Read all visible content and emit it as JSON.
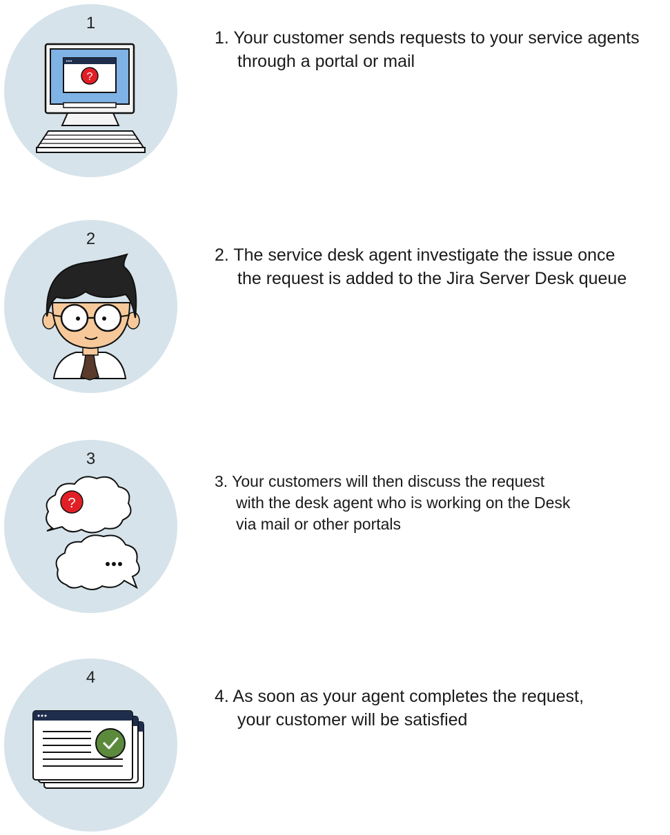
{
  "steps": [
    {
      "number": "1",
      "icon": "computer-question-icon",
      "line1": "1. Your customer sends requests to your service agents",
      "line2": "through a portal or mail"
    },
    {
      "number": "2",
      "icon": "service-agent-icon",
      "line1": "2. The service desk agent investigate the issue once",
      "line2": "the request is added to the Jira Server Desk queue"
    },
    {
      "number": "3",
      "icon": "chat-bubbles-icon",
      "line1": "3. Your customers will then discuss the request",
      "line2": "with the desk agent who is working on the Desk",
      "line3": "via mail or other portals"
    },
    {
      "number": "4",
      "icon": "completed-window-icon",
      "line1": "4. As soon as your agent completes the request,",
      "line2": "your customer will be satisfied"
    }
  ],
  "colors": {
    "circle": "#d6e3ea",
    "alert_red": "#e21f26",
    "check_green": "#5b8a3c",
    "window_navy": "#1f2d4d",
    "screen_blue": "#7fb2e5"
  }
}
